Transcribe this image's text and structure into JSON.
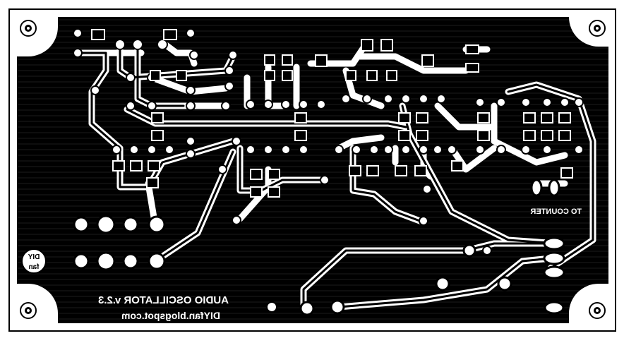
{
  "board": {
    "title_line1": "AUDIO OSCILLATOR v.2.3",
    "title_line2": "DIYfan.blogspot.com",
    "counter_label": "TO COUNTER",
    "badge_top": "DIY",
    "badge_bottom": "fan",
    "copper_color": "#000000",
    "background_color": "#ffffff",
    "text_rendering": "mirrored"
  }
}
